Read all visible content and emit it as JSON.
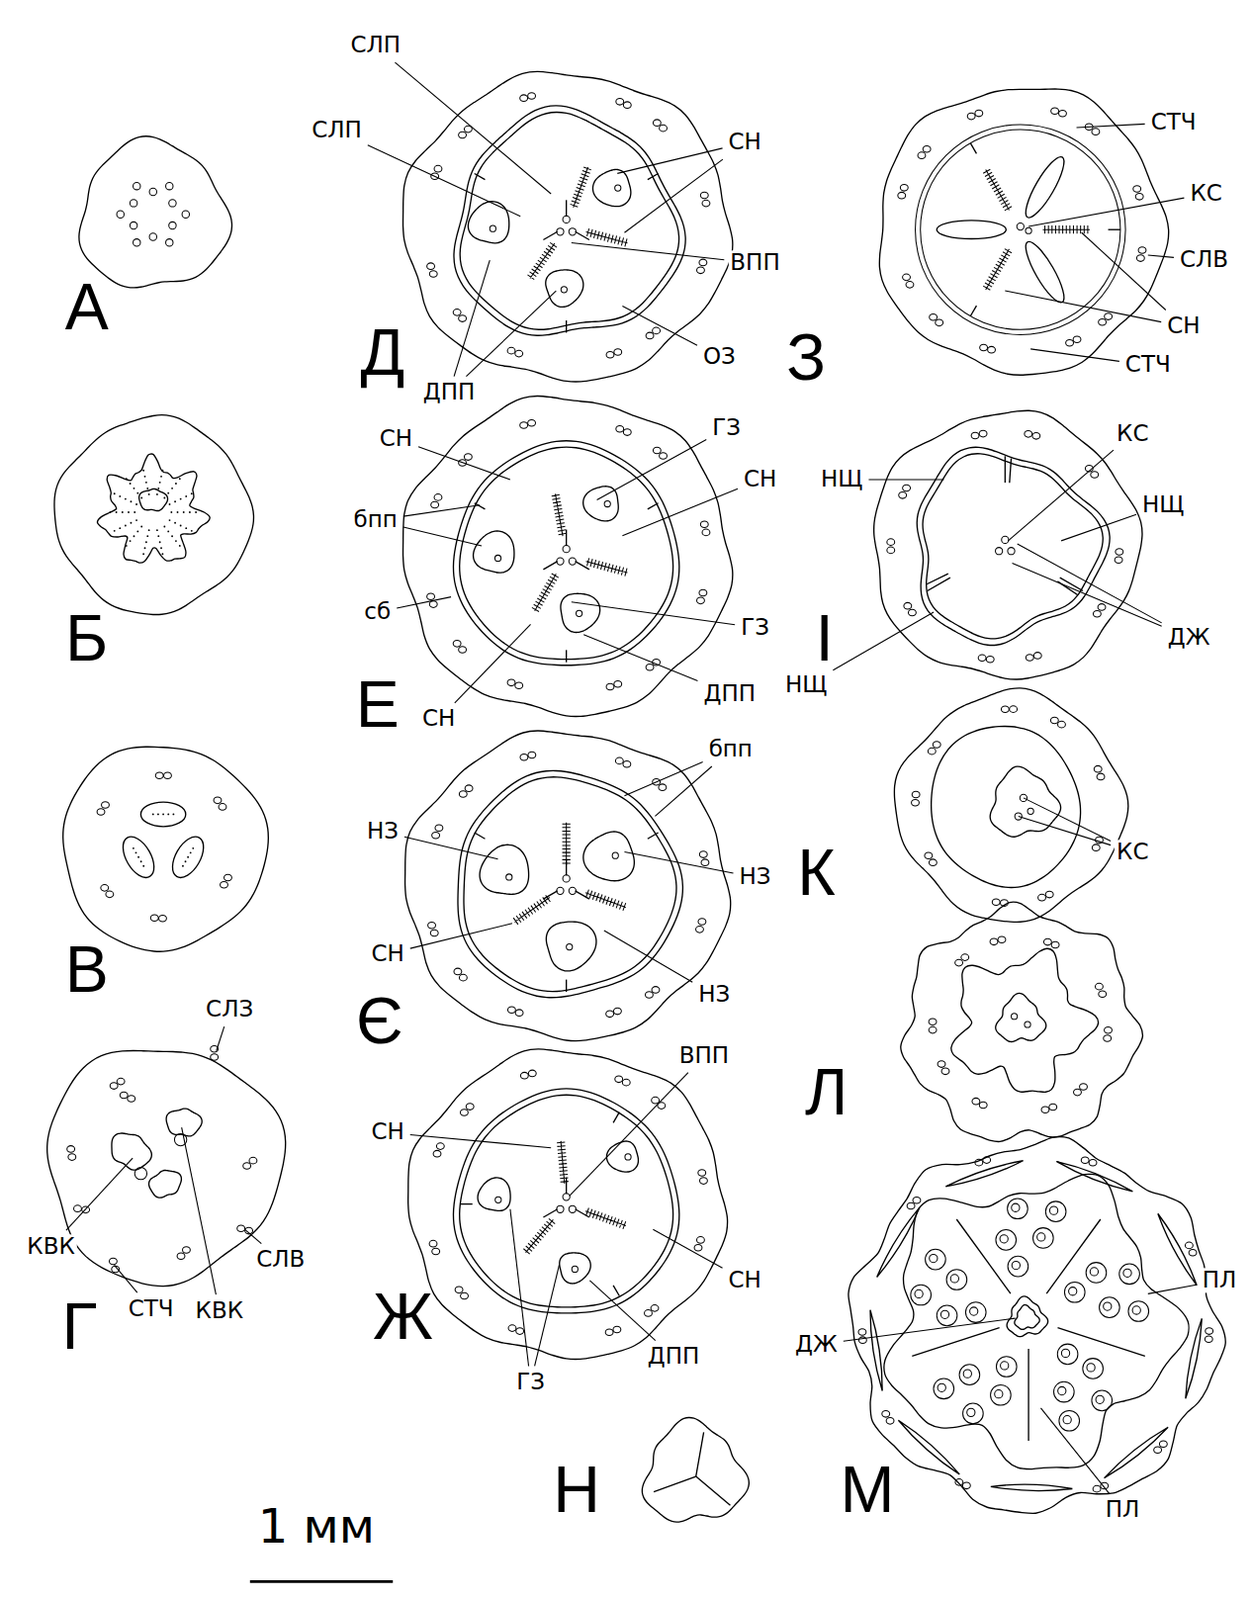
{
  "diagram": {
    "labels": [
      "СЛП",
      "СЛП",
      "СН",
      "ВПП",
      "ОЗ",
      "ДПП",
      "Д",
      "А",
      "СТЧ",
      "КС",
      "СЛВ",
      "СН",
      "СТЧ",
      "З",
      "Б",
      "СН",
      "ГЗ",
      "СН",
      "бпп",
      "сб",
      "ГЗ",
      "ДПП",
      "СН",
      "Е",
      "КС",
      "НЩ",
      "НЩ",
      "ДЖ",
      "НЩ",
      "І",
      "В",
      "бпп",
      "НЗ",
      "НЗ",
      "СН",
      "НЗ",
      "Є",
      "К",
      "КС",
      "Л",
      "СЛЗ",
      "КВК",
      "КВК",
      "СТЧ",
      "СЛВ",
      "Г",
      "СН",
      "ВПП",
      "СН",
      "ДПП",
      "ГЗ",
      "Ж",
      "ПЛ",
      "ДЖ",
      "ПЛ",
      "М",
      "Н",
      "1 мм"
    ]
  }
}
